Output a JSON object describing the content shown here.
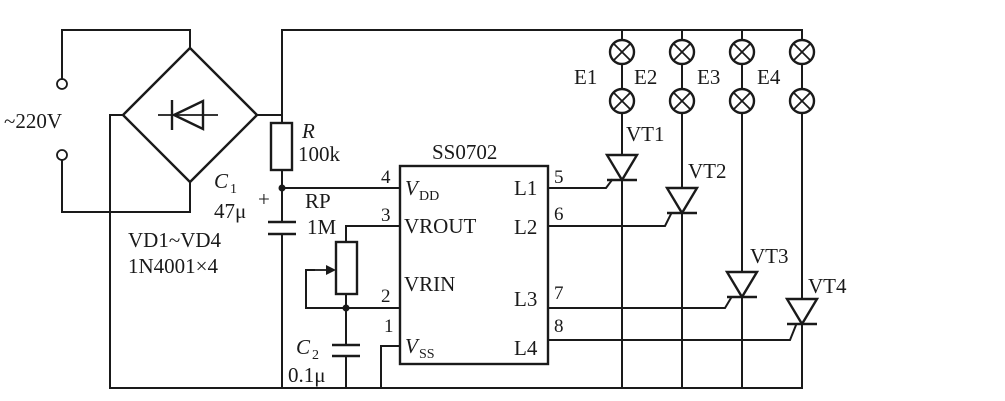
{
  "source": {
    "label": "~220V"
  },
  "bridge": {
    "label_line1": "VD1~VD4",
    "label_line2": "1N4001×4"
  },
  "resistor": {
    "ref": "R",
    "value": "100k"
  },
  "capacitor1": {
    "ref": "C",
    "ref_sub": "1",
    "value": "47μ",
    "polarity": "+"
  },
  "potentiometer": {
    "ref": "RP",
    "value": "1M"
  },
  "capacitor2": {
    "ref": "C",
    "ref_sub": "2",
    "value": "0.1μ"
  },
  "ic": {
    "name": "SS0702",
    "left_pins": [
      {
        "number": "4",
        "name_main": "V",
        "name_sub": "DD"
      },
      {
        "number": "3",
        "name_main": "VROUT",
        "name_sub": ""
      },
      {
        "number": "2",
        "name_main": "VRIN",
        "name_sub": ""
      },
      {
        "number": "1",
        "name_main": "V",
        "name_sub": "SS"
      }
    ],
    "right_pins": [
      {
        "number": "5",
        "name": "L1"
      },
      {
        "number": "6",
        "name": "L2"
      },
      {
        "number": "7",
        "name": "L3"
      },
      {
        "number": "8",
        "name": "L4"
      }
    ]
  },
  "lamps": [
    "E1",
    "E2",
    "E3",
    "E4"
  ],
  "thyristors": [
    "VT1",
    "VT2",
    "VT3",
    "VT4"
  ]
}
